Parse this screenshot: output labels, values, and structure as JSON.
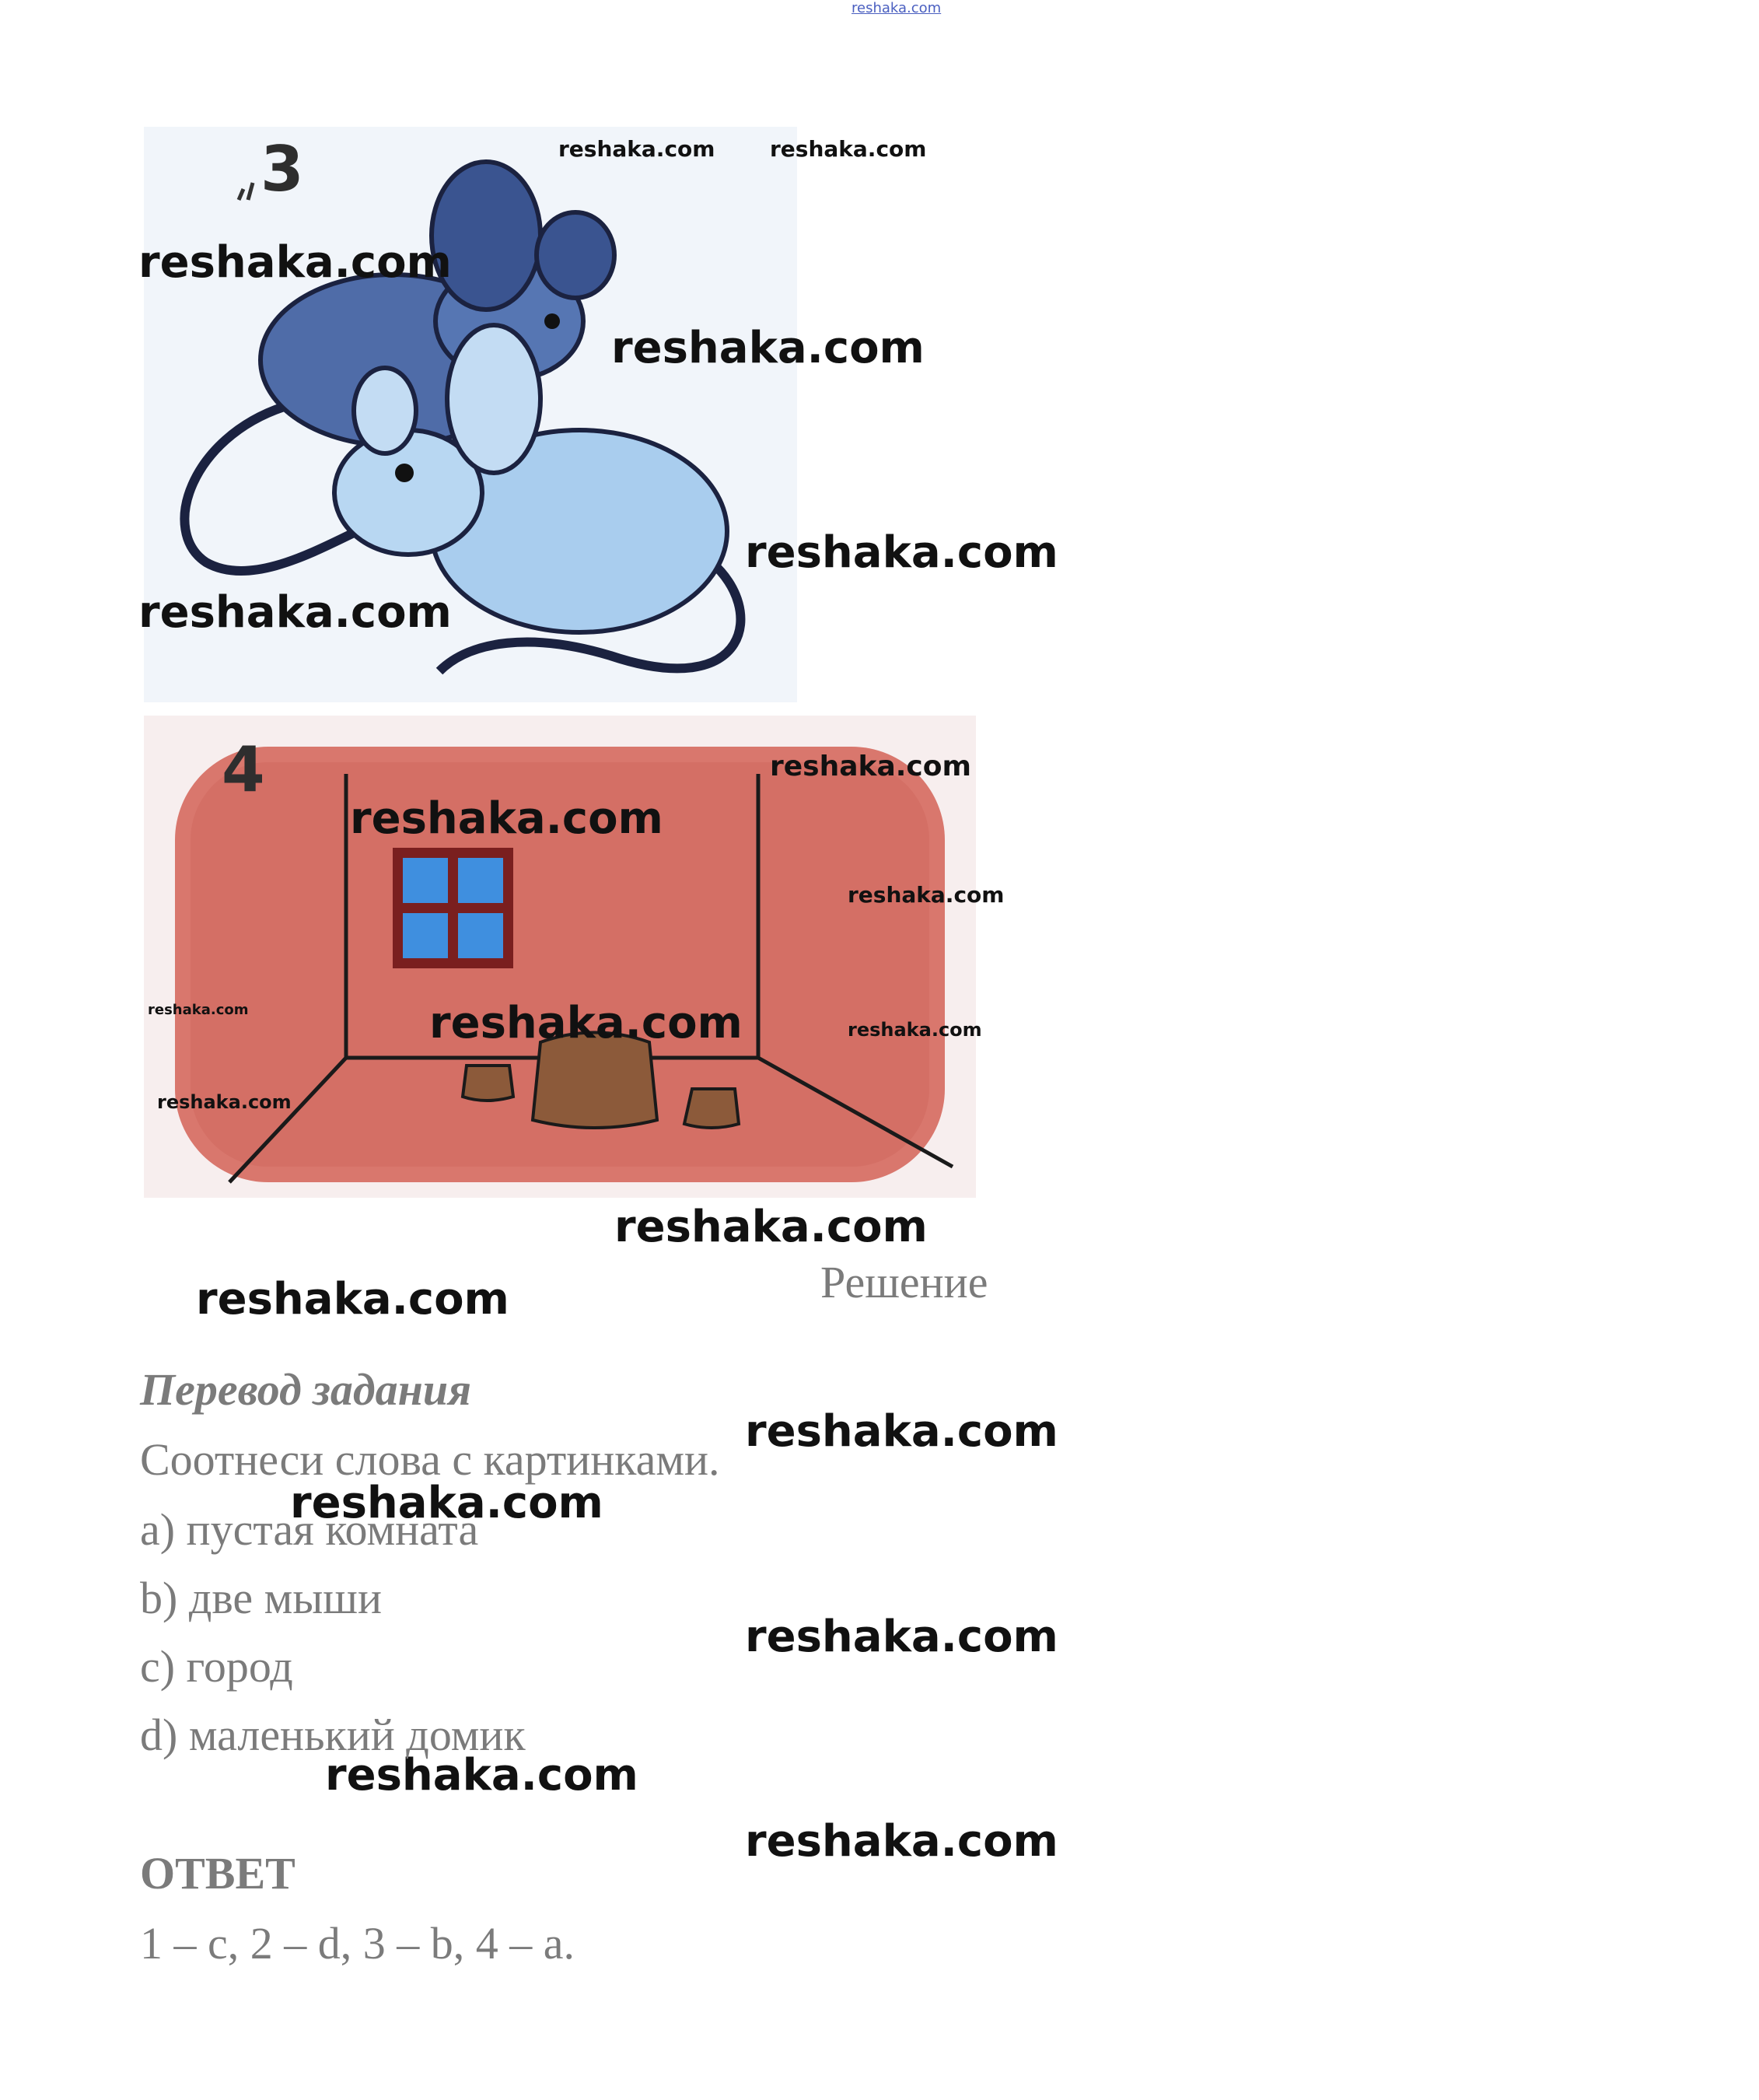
{
  "header": {
    "site_link": "reshaka.com"
  },
  "figures": [
    {
      "number": "3",
      "label": "two-mice"
    },
    {
      "number": "4",
      "label": "empty-room"
    }
  ],
  "solution": {
    "heading": "Решение",
    "translation_title": "Перевод задания",
    "instruction": "Соотнеси слова с картинками.",
    "options": [
      "a) пустая комната",
      "b) две мыши",
      "c) город",
      "d) маленький домик"
    ],
    "answer_title": "ОТВЕТ",
    "answer_text": "1 – c, 2 – d, 3 – b, 4 – a."
  },
  "watermark": "reshaka.com",
  "colors": {
    "mouse_dark": "#4f6ca8",
    "mouse_light": "#a9cdee",
    "room_wall": "#d9776d",
    "window_blue": "#3f8fdf",
    "text_gray": "#7b7b7b"
  }
}
